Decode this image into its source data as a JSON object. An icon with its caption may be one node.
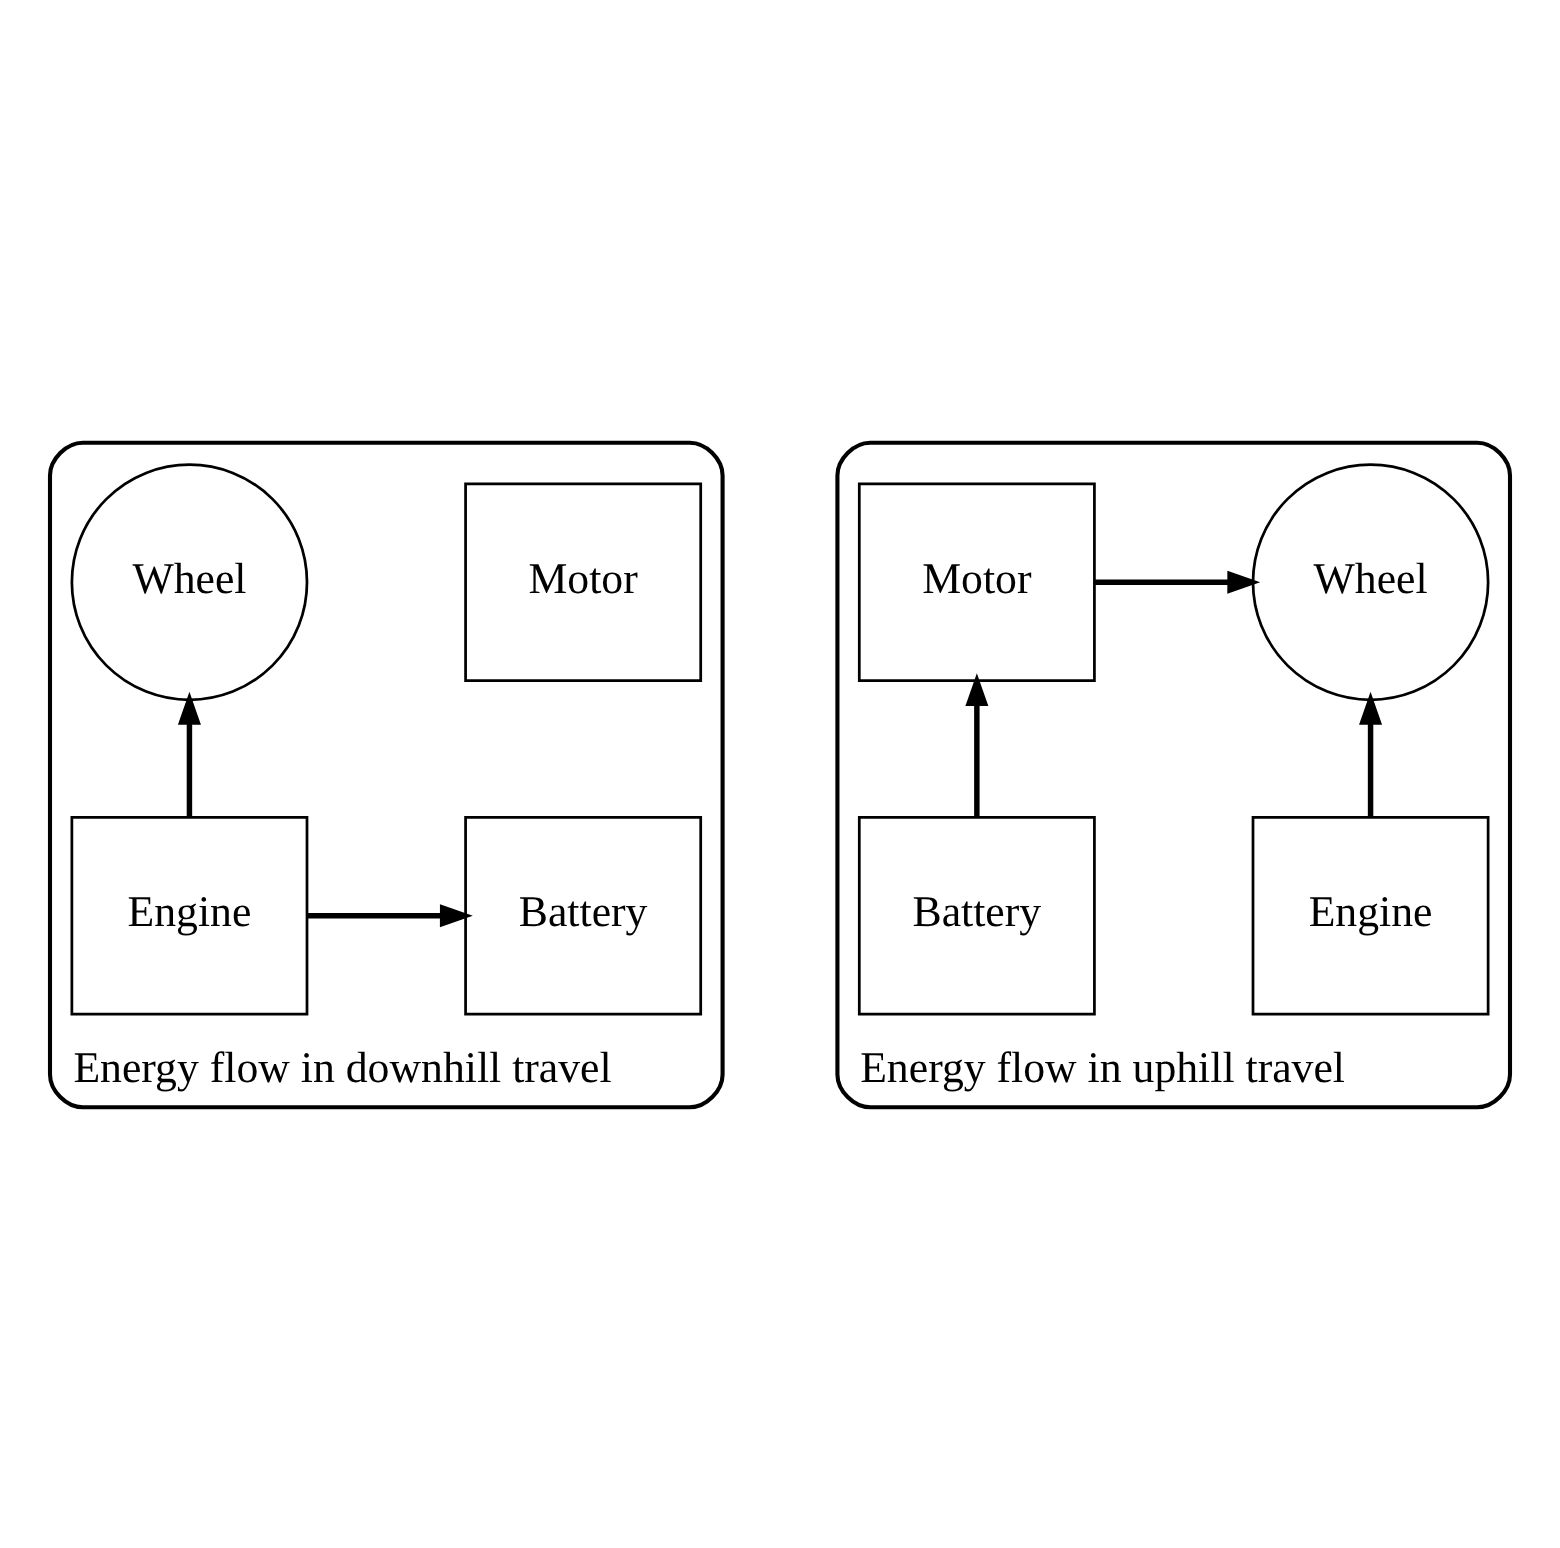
{
  "diagram": {
    "nodes": [
      {
        "text": [
          "Energy flow in downhill travel"
        ]
      },
      {
        "text": [
          "Wheel"
        ],
        "in": 0
      },
      {
        "text": [
          "Motor"
        ],
        "in": 0
      },
      {
        "text": [
          "Engine"
        ],
        "in": 0
      },
      {
        "text": [
          "Battery"
        ],
        "in": 0
      },
      {
        "text": [
          "Energy flow in uphill travel"
        ]
      },
      {
        "text": [
          "Wheel"
        ],
        "in": 5
      },
      {
        "text": [
          "Motor"
        ],
        "in": 5
      },
      {
        "text": [
          "Engine"
        ],
        "in": 5
      },
      {
        "text": [
          "Battery"
        ],
        "in": 5
      }
    ],
    "edges": [
      {
        "from": 3,
        "to": 1,
        "arrow": "to"
      },
      {
        "from": 3,
        "to": 4,
        "arrow": "to"
      },
      {
        "from": 7,
        "to": 6,
        "arrow": "to"
      },
      {
        "from": 8,
        "to": 6,
        "arrow": "to"
      },
      {
        "from": 9,
        "to": 7,
        "arrow": "to"
      }
    ]
  }
}
